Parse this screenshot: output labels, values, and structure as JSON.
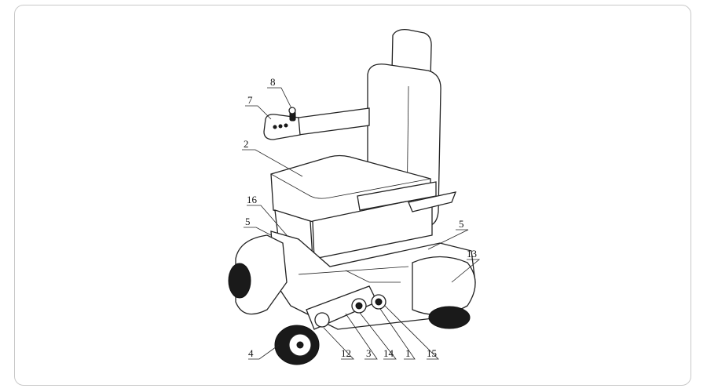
{
  "figure": {
    "title": "Wheelchair patent drawing",
    "labels": {
      "joystick": "8",
      "controller": "7",
      "seat": "2",
      "frame_part": "16",
      "left_bracket": "5",
      "right_bracket": "5",
      "rear_cover": "13",
      "mecanum_wheel": "4",
      "part_12": "12",
      "part_3": "3",
      "part_14": "14",
      "part_1": "1",
      "part_15": "15"
    }
  }
}
